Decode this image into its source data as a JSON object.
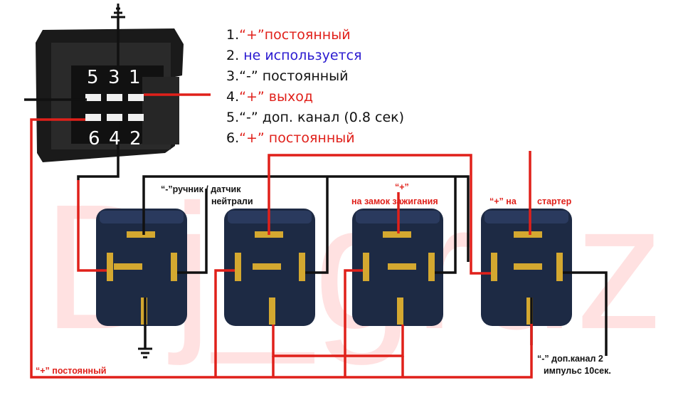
{
  "legend": [
    {
      "num": "1.",
      "text": "“+”постоянный",
      "color": "#e0201a"
    },
    {
      "num": "2.",
      "text": "не используется",
      "color": "#2a1ad0"
    },
    {
      "num": "3.",
      "text": "“-” постоянный",
      "color": "#111111"
    },
    {
      "num": "4.",
      "text": "“+” выход",
      "color": "#e0201a"
    },
    {
      "num": "5.",
      "text": "“-” доп. канал (0.8 сек)",
      "color": "#111111"
    },
    {
      "num": "6.",
      "text": "“+” постоянный",
      "color": "#e0201a"
    }
  ],
  "pins": {
    "top_row": [
      "5",
      "3",
      "1"
    ],
    "bottom_row": [
      "6",
      "4",
      "2"
    ]
  },
  "labels": {
    "handbrake_line1": "“-”ручник / датчик",
    "handbrake_line2": "нейтрали",
    "ignition_plus": "“+”",
    "ignition_text": "на замок зажигания",
    "starter_plus": "“+”  на",
    "starter_text": "стартер",
    "const_plus": "“+” постоянный",
    "extra_line1": "“-” доп.канал 2",
    "extra_line2": "импульс 10сек."
  },
  "watermark": "Dj_gruz",
  "colors": {
    "wire_red": "#e0201a",
    "wire_black": "#111111",
    "relay_body": "#1d2a44",
    "pin_gold": "#d4a830"
  }
}
